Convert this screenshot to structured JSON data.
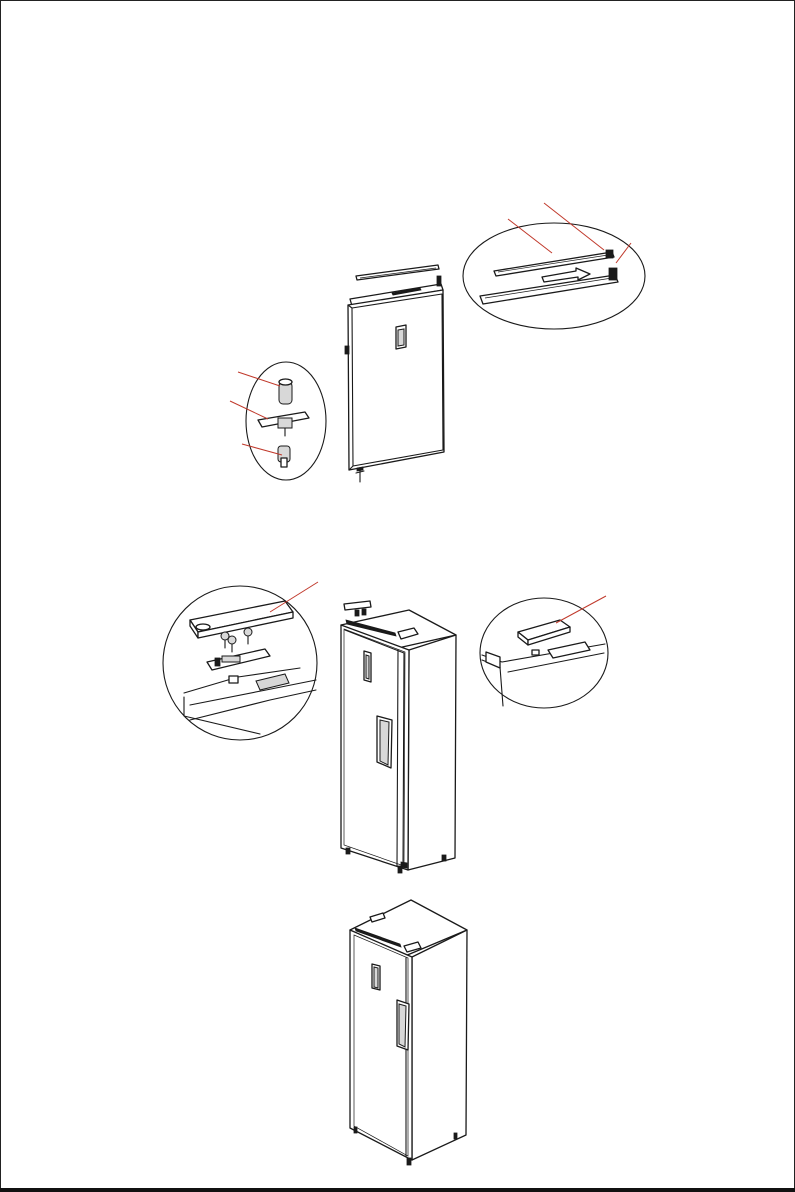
{
  "figure": {
    "steps": [
      {
        "name": "door-removal-and-top-trim-swap"
      },
      {
        "name": "hinge-transfer-to-opposite-side"
      },
      {
        "name": "reassembled-freezer"
      }
    ]
  },
  "colors": {
    "line": "#1a1a1a",
    "leader": "#c0392b",
    "background": "#ffffff"
  },
  "icons": [
    "door-panel",
    "top-trim-strip",
    "hinge-pin",
    "hinge-bracket",
    "hinge-cover",
    "screw",
    "freezer-cabinet"
  ]
}
